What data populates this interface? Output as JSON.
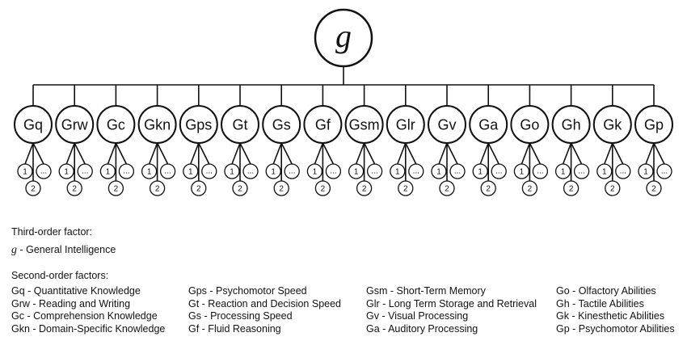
{
  "g_node": {
    "label": "g"
  },
  "second_order_nodes": [
    "Gq",
    "Grw",
    "Gc",
    "Gkn",
    "Gps",
    "Gt",
    "Gs",
    "Gf",
    "Gsm",
    "Glr",
    "Gv",
    "Ga",
    "Go",
    "Gh",
    "Gk",
    "Gp"
  ],
  "narrow_nodes": {
    "first": "1",
    "ellipsis": "...",
    "second": "2"
  },
  "legend": {
    "third_order_heading": "Third-order factor:",
    "third_order_symbol": "g",
    "third_order_text": " - General Intelligence",
    "second_order_heading": "Second-order factors:",
    "columns": [
      [
        "Gq - Quantitative Knowledge",
        "Grw - Reading and Writing",
        "Gc - Comprehension Knowledge",
        "Gkn - Domain-Specific Knowledge"
      ],
      [
        "Gps - Psychomotor Speed",
        "Gt - Reaction and Decision Speed",
        "Gs - Processing Speed",
        "Gf - Fluid Reasoning"
      ],
      [
        "Gsm - Short-Term Memory",
        "Glr - Long Term Storage and Retrieval",
        "Gv - Visual Processing",
        "Ga - Auditory Processing"
      ],
      [
        "Go - Olfactory Abilities",
        "Gh - Tactile Abilities",
        "Gk - Kinesthetic Abilities",
        "Gp - Psychomotor Abilities"
      ]
    ]
  }
}
